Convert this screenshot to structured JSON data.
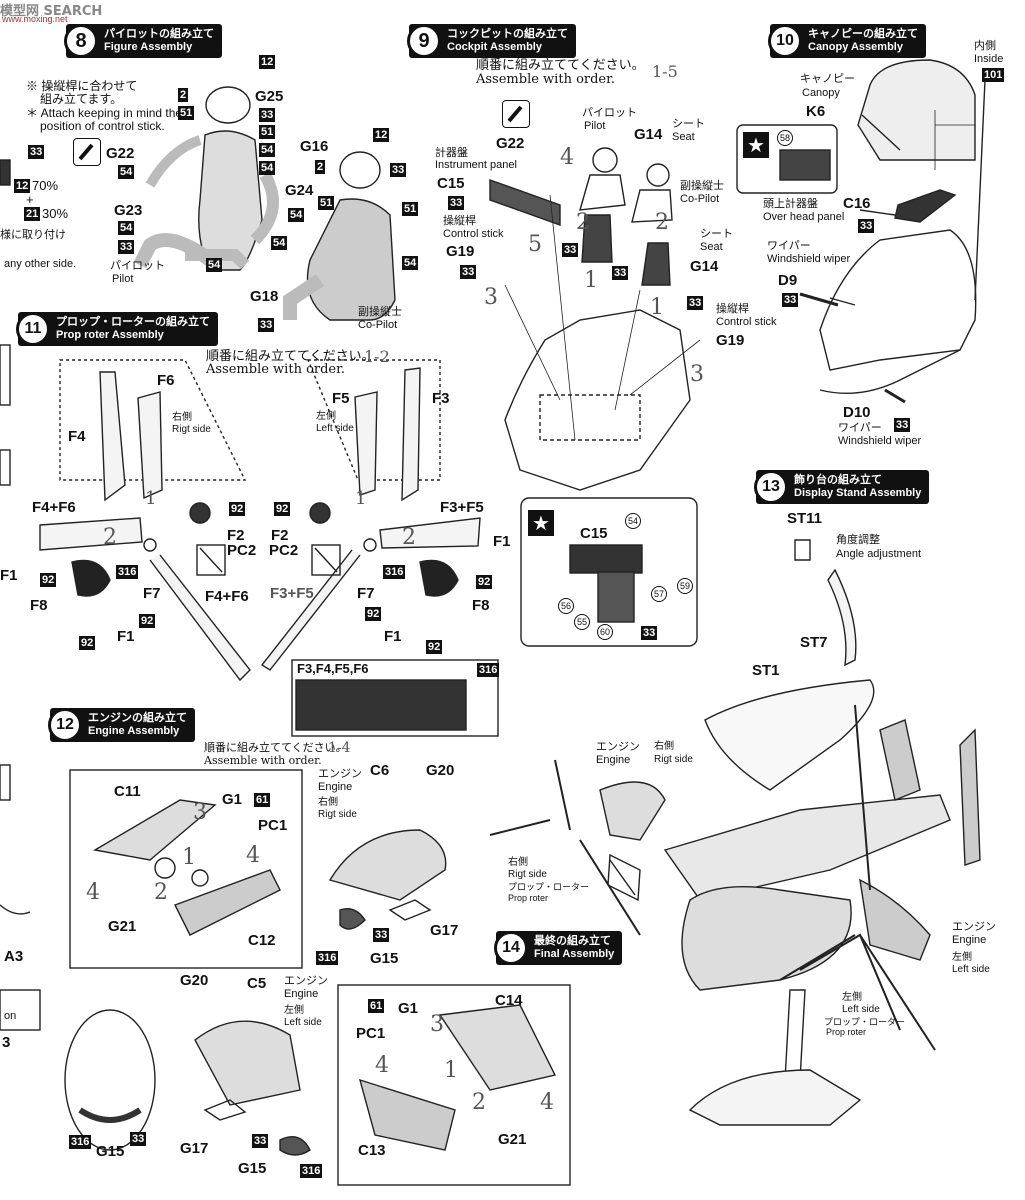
{
  "watermark": {
    "main": "模型网 SEARCH",
    "sub": "www.moxing.net"
  },
  "sec8": {
    "num": "8",
    "jp": "パイロットの組み立て",
    "en": "Figure Assembly",
    "note_jp1": "※ 操縦桿に合わせて",
    "note_jp2": "組み立てます。",
    "note_en1": "＊ Attach keeping in mind the",
    "note_en2": "position of control stick.",
    "pilot_jp": "パイロット",
    "pilot_en": "Pilot",
    "copilot_jp": "副操縦士",
    "copilot_en": "Co-Pilot",
    "parts": [
      "G25",
      "G22",
      "G23",
      "G24",
      "G16",
      "G18"
    ],
    "mix": [
      "12",
      "70%",
      "21",
      "30%"
    ],
    "mix_plus": "+",
    "side_jp": "様に取り付け",
    "side_en": "any other side."
  },
  "sec9": {
    "num": "9",
    "jp": "コックピットの組み立て",
    "en": "Cockpit Assembly",
    "order_jp": "順番に組み立ててください。",
    "order_en": "Assemble with order.",
    "order_range": "1-5",
    "pilot_jp": "パイロット",
    "pilot_en": "Pilot",
    "seat_jp": "シート",
    "seat_en": "Seat",
    "copilot_jp": "副操縦士",
    "copilot_en": "Co-Pilot",
    "panel_jp": "計器盤",
    "panel_en": "Instrument panel",
    "stick_jp": "操縦桿",
    "stick_en": "Control stick",
    "parts": [
      "G22",
      "G14",
      "C15",
      "G19",
      "G14",
      "G19"
    ],
    "c15": "C15"
  },
  "sec10": {
    "num": "10",
    "jp": "キャノピーの組み立て",
    "en": "Canopy Assembly",
    "inside_jp": "内側",
    "inside_en": "Inside",
    "canopy_jp": "キャノピー",
    "canopy_en": "Canopy",
    "overhead_jp": "頭上計器盤",
    "overhead_en": "Over head panel",
    "wiper_jp": "ワイパー",
    "wiper_en": "Windshield wiper",
    "parts": [
      "K6",
      "C16",
      "D9",
      "D10"
    ]
  },
  "sec11": {
    "num": "11",
    "jp": "プロップ・ローターの組み立て",
    "en": "Prop roter Assembly",
    "order_jp": "順番に組み立ててください。",
    "order_en": "Assemble with order.",
    "order_range": "1-2",
    "right_jp": "右側",
    "right_en": "Rigt side",
    "left_jp": "左側",
    "left_en": "Left side",
    "parts": [
      "F6",
      "F4",
      "F5",
      "F3",
      "F4+F6",
      "F3+F5",
      "F2",
      "PC2",
      "F1",
      "F8",
      "F7",
      "F4+F6",
      "F3+F5"
    ],
    "decal_label": "F3,F4,F5,F6",
    "decal_code": "316"
  },
  "sec12": {
    "num": "12",
    "jp": "エンジンの組み立て",
    "en": "Engine Assembly",
    "order_jp": "順番に組み立ててください。",
    "order_en": "Assemble with order.",
    "order_range": "1-4",
    "engine_jp": "エンジン",
    "engine_en": "Engine",
    "right_jp": "右側",
    "right_en": "Rigt side",
    "left_jp": "左側",
    "left_en": "Left side",
    "parts": [
      "C11",
      "G1",
      "PC1",
      "G21",
      "C12",
      "C6",
      "G20",
      "G17",
      "G15",
      "G20",
      "C5",
      "G17",
      "G15",
      "G1",
      "C14",
      "PC1",
      "C13",
      "G21"
    ]
  },
  "sec13": {
    "num": "13",
    "jp": "飾り台の組み立て",
    "en": "Display Stand Assembly",
    "angle_jp": "角度調整",
    "angle_en": "Angle adjustment",
    "parts": [
      "ST11",
      "ST7",
      "ST1"
    ]
  },
  "sec14": {
    "num": "14",
    "jp": "最終の組み立て",
    "en": "Final Assembly",
    "engine_jp": "エンジン",
    "engine_en": "Engine",
    "right_jp": "右側",
    "right_en": "Rigt side",
    "left_jp": "左側",
    "left_en": "Left side",
    "prop_jp": "プロップ・ローター",
    "prop_en": "Prop roter"
  },
  "left_edge": {
    "a3": "A3",
    "on": "on",
    "three": "3"
  },
  "colors": {
    "ink": "#111111",
    "paper": "#ffffff",
    "paint_box": "#111111"
  }
}
